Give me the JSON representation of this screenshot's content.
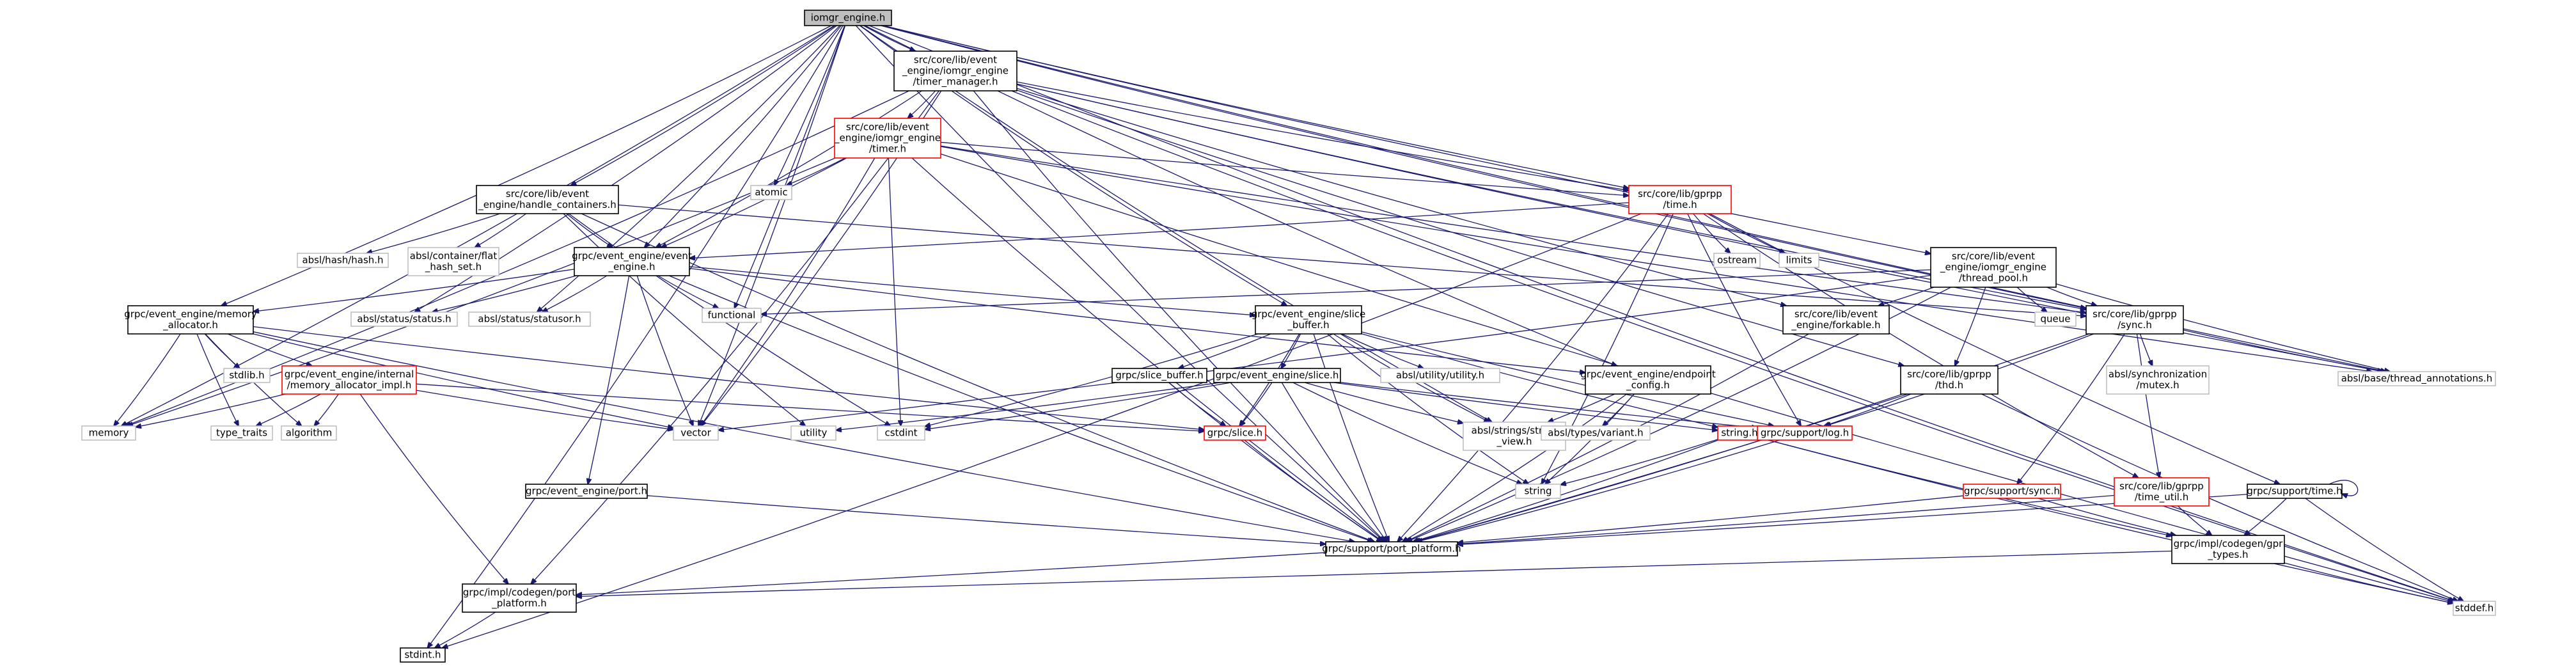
{
  "colors": {
    "edge": "#191970",
    "box_border": "#000000",
    "box_fill": "#ffffff",
    "root_fill": "#bfbfbf",
    "root_border": "#000000",
    "incomplete_border": "#ff0000",
    "external_border": "#bfbfbf",
    "external_text": "#404040"
  },
  "nodes": [
    {
      "id": "root",
      "lines": [
        "iomgr_engine.h"
      ],
      "kind": "root"
    },
    {
      "id": "timer_manager",
      "lines": [
        "src/core/lib/event",
        "_engine/iomgr_engine",
        "/timer_manager.h"
      ],
      "kind": "normal"
    },
    {
      "id": "timer",
      "lines": [
        "src/core/lib/event",
        "_engine/iomgr_engine",
        "/timer.h"
      ],
      "kind": "incomplete"
    },
    {
      "id": "handle_containers",
      "lines": [
        "src/core/lib/event",
        "_engine/handle_containers.h"
      ],
      "kind": "normal"
    },
    {
      "id": "gprpp_time",
      "lines": [
        "src/core/lib/gprpp",
        "/time.h"
      ],
      "kind": "incomplete"
    },
    {
      "id": "event_engine",
      "lines": [
        "grpc/event_engine/event",
        "_engine.h"
      ],
      "kind": "normal"
    },
    {
      "id": "thread_pool",
      "lines": [
        "src/core/lib/event",
        "_engine/iomgr_engine",
        "/thread_pool.h"
      ],
      "kind": "normal"
    },
    {
      "id": "memory_allocator",
      "lines": [
        "grpc/event_engine/memory",
        "_allocator.h"
      ],
      "kind": "normal"
    },
    {
      "id": "slice_buffer_ee",
      "lines": [
        "grpc/event_engine/slice",
        "_buffer.h"
      ],
      "kind": "normal"
    },
    {
      "id": "forkable",
      "lines": [
        "src/core/lib/event",
        "_engine/forkable.h"
      ],
      "kind": "normal"
    },
    {
      "id": "gprpp_sync",
      "lines": [
        "src/core/lib/gprpp",
        "/sync.h"
      ],
      "kind": "normal"
    },
    {
      "id": "mem_alloc_impl",
      "lines": [
        "grpc/event_engine/internal",
        "/memory_allocator_impl.h"
      ],
      "kind": "incomplete"
    },
    {
      "id": "slice_buffer_h",
      "lines": [
        "grpc/slice_buffer.h"
      ],
      "kind": "normal"
    },
    {
      "id": "ee_slice",
      "lines": [
        "grpc/event_engine/slice.h"
      ],
      "kind": "normal"
    },
    {
      "id": "endpoint_config",
      "lines": [
        "grpc/event_engine/endpoint",
        "_config.h"
      ],
      "kind": "normal"
    },
    {
      "id": "gprpp_thd",
      "lines": [
        "src/core/lib/gprpp",
        "/thd.h"
      ],
      "kind": "normal"
    },
    {
      "id": "grpc_slice",
      "lines": [
        "grpc/slice.h"
      ],
      "kind": "incomplete"
    },
    {
      "id": "string_h",
      "lines": [
        "string.h"
      ],
      "kind": "incomplete"
    },
    {
      "id": "support_log",
      "lines": [
        "grpc/support/log.h"
      ],
      "kind": "incomplete"
    },
    {
      "id": "ee_port",
      "lines": [
        "grpc/event_engine/port.h"
      ],
      "kind": "normal"
    },
    {
      "id": "support_sync",
      "lines": [
        "grpc/support/sync.h"
      ],
      "kind": "incomplete"
    },
    {
      "id": "time_util",
      "lines": [
        "src/core/lib/gprpp",
        "/time_util.h"
      ],
      "kind": "incomplete"
    },
    {
      "id": "support_time",
      "lines": [
        "grpc/support/time.h"
      ],
      "kind": "normal"
    },
    {
      "id": "port_platform",
      "lines": [
        "grpc/support/port_platform.h"
      ],
      "kind": "normal"
    },
    {
      "id": "gpr_types",
      "lines": [
        "grpc/impl/codegen/gpr",
        "_types.h"
      ],
      "kind": "normal"
    },
    {
      "id": "codegen_port",
      "lines": [
        "grpc/impl/codegen/port",
        "_platform.h"
      ],
      "kind": "normal"
    },
    {
      "id": "stdint",
      "lines": [
        "stdint.h"
      ],
      "kind": "normal"
    },
    {
      "id": "stddef",
      "lines": [
        "stddef.h"
      ],
      "kind": "external"
    },
    {
      "id": "memory",
      "lines": [
        "memory"
      ],
      "kind": "external"
    },
    {
      "id": "atomic",
      "lines": [
        "atomic"
      ],
      "kind": "external"
    },
    {
      "id": "functional",
      "lines": [
        "functional"
      ],
      "kind": "external"
    },
    {
      "id": "vector",
      "lines": [
        "vector"
      ],
      "kind": "external"
    },
    {
      "id": "utility",
      "lines": [
        "utility"
      ],
      "kind": "external"
    },
    {
      "id": "cstdint",
      "lines": [
        "cstdint"
      ],
      "kind": "external"
    },
    {
      "id": "string",
      "lines": [
        "string"
      ],
      "kind": "external"
    },
    {
      "id": "absl_hash",
      "lines": [
        "absl/hash/hash.h"
      ],
      "kind": "external"
    },
    {
      "id": "absl_flat_hash_set",
      "lines": [
        "absl/container/flat",
        "_hash_set.h"
      ],
      "kind": "external"
    },
    {
      "id": "absl_status",
      "lines": [
        "absl/status/status.h"
      ],
      "kind": "external"
    },
    {
      "id": "absl_statusor",
      "lines": [
        "absl/status/statusor.h"
      ],
      "kind": "external"
    },
    {
      "id": "ostream",
      "lines": [
        "ostream"
      ],
      "kind": "external"
    },
    {
      "id": "limits",
      "lines": [
        "limits"
      ],
      "kind": "external"
    },
    {
      "id": "queue",
      "lines": [
        "queue"
      ],
      "kind": "external"
    },
    {
      "id": "absl_thread_annotations",
      "lines": [
        "absl/base/thread_annotations.h"
      ],
      "kind": "external"
    },
    {
      "id": "absl_mutex",
      "lines": [
        "absl/synchronization",
        "/mutex.h"
      ],
      "kind": "external"
    },
    {
      "id": "stdlib",
      "lines": [
        "stdlib.h"
      ],
      "kind": "external"
    },
    {
      "id": "type_traits",
      "lines": [
        "type_traits"
      ],
      "kind": "external"
    },
    {
      "id": "algorithm",
      "lines": [
        "algorithm"
      ],
      "kind": "external"
    },
    {
      "id": "absl_utility",
      "lines": [
        "absl/utility/utility.h"
      ],
      "kind": "external"
    },
    {
      "id": "absl_string_view",
      "lines": [
        "absl/strings/string",
        "_view.h"
      ],
      "kind": "external"
    },
    {
      "id": "absl_variant",
      "lines": [
        "absl/types/variant.h"
      ],
      "kind": "external"
    }
  ],
  "edges": [
    [
      "root",
      "timer_manager"
    ],
    [
      "root",
      "handle_containers"
    ],
    [
      "root",
      "gprpp_time"
    ],
    [
      "root",
      "event_engine"
    ],
    [
      "root",
      "thread_pool"
    ],
    [
      "root",
      "memory_allocator"
    ],
    [
      "root",
      "slice_buffer_ee"
    ],
    [
      "root",
      "endpoint_config"
    ],
    [
      "root",
      "gprpp_sync"
    ],
    [
      "root",
      "absl_thread_annotations"
    ],
    [
      "root",
      "stddef"
    ],
    [
      "root",
      "memory"
    ],
    [
      "root",
      "atomic"
    ],
    [
      "root",
      "functional"
    ],
    [
      "root",
      "vector"
    ],
    [
      "root",
      "stdint"
    ],
    [
      "root",
      "absl_status"
    ],
    [
      "root",
      "absl_statusor"
    ],
    [
      "root",
      "port_platform"
    ],
    [
      "root",
      "absl_string_view"
    ],
    [
      "timer_manager",
      "timer"
    ],
    [
      "timer_manager",
      "gprpp_time"
    ],
    [
      "timer_manager",
      "event_engine"
    ],
    [
      "timer_manager",
      "forkable"
    ],
    [
      "timer_manager",
      "gprpp_sync"
    ],
    [
      "timer_manager",
      "gprpp_thd"
    ],
    [
      "timer_manager",
      "port_platform"
    ],
    [
      "timer_manager",
      "memory"
    ],
    [
      "timer_manager",
      "vector"
    ],
    [
      "timer_manager",
      "absl_thread_annotations"
    ],
    [
      "timer_manager",
      "stddef"
    ],
    [
      "timer_manager",
      "codegen_port"
    ],
    [
      "timer",
      "gprpp_time"
    ],
    [
      "timer",
      "event_engine"
    ],
    [
      "timer",
      "atomic"
    ],
    [
      "timer",
      "cstdint"
    ],
    [
      "timer",
      "vector"
    ],
    [
      "timer",
      "memory"
    ],
    [
      "timer",
      "port_platform"
    ],
    [
      "timer",
      "gprpp_sync"
    ],
    [
      "timer",
      "absl_thread_annotations"
    ],
    [
      "timer",
      "stddef"
    ],
    [
      "handle_containers",
      "event_engine"
    ],
    [
      "handle_containers",
      "absl_hash"
    ],
    [
      "handle_containers",
      "absl_flat_hash_set"
    ],
    [
      "handle_containers",
      "cstdint"
    ],
    [
      "handle_containers",
      "utility"
    ],
    [
      "handle_containers",
      "port_platform"
    ],
    [
      "handle_containers",
      "gprpp_sync"
    ],
    [
      "gprpp_time",
      "port_platform"
    ],
    [
      "gprpp_time",
      "ostream"
    ],
    [
      "gprpp_time",
      "limits"
    ],
    [
      "gprpp_time",
      "string"
    ],
    [
      "gprpp_time",
      "support_time"
    ],
    [
      "gprpp_time",
      "stdint"
    ],
    [
      "gprpp_time",
      "time_util"
    ],
    [
      "gprpp_time",
      "support_log"
    ],
    [
      "gprpp_time",
      "event_engine"
    ],
    [
      "event_engine",
      "memory_allocator"
    ],
    [
      "event_engine",
      "slice_buffer_ee"
    ],
    [
      "event_engine",
      "endpoint_config"
    ],
    [
      "event_engine",
      "ee_port"
    ],
    [
      "event_engine",
      "absl_status"
    ],
    [
      "event_engine",
      "absl_statusor"
    ],
    [
      "event_engine",
      "functional"
    ],
    [
      "event_engine",
      "vector"
    ],
    [
      "event_engine",
      "port_platform"
    ],
    [
      "thread_pool",
      "forkable"
    ],
    [
      "thread_pool",
      "gprpp_sync"
    ],
    [
      "thread_pool",
      "gprpp_thd"
    ],
    [
      "thread_pool",
      "queue"
    ],
    [
      "thread_pool",
      "functional"
    ],
    [
      "thread_pool",
      "absl_thread_annotations"
    ],
    [
      "thread_pool",
      "port_platform"
    ],
    [
      "thread_pool",
      "vector"
    ],
    [
      "memory_allocator",
      "mem_alloc_impl"
    ],
    [
      "memory_allocator",
      "grpc_slice"
    ],
    [
      "memory_allocator",
      "stdlib"
    ],
    [
      "memory_allocator",
      "type_traits"
    ],
    [
      "memory_allocator",
      "algorithm"
    ],
    [
      "memory_allocator",
      "memory"
    ],
    [
      "memory_allocator",
      "vector"
    ],
    [
      "memory_allocator",
      "port_platform"
    ],
    [
      "mem_alloc_impl",
      "memory"
    ],
    [
      "mem_alloc_impl",
      "type_traits"
    ],
    [
      "mem_alloc_impl",
      "algorithm"
    ],
    [
      "mem_alloc_impl",
      "vector"
    ],
    [
      "mem_alloc_impl",
      "grpc_slice"
    ],
    [
      "mem_alloc_impl",
      "codegen_port"
    ],
    [
      "slice_buffer_ee",
      "slice_buffer_h"
    ],
    [
      "slice_buffer_ee",
      "ee_slice"
    ],
    [
      "slice_buffer_ee",
      "absl_utility"
    ],
    [
      "slice_buffer_ee",
      "absl_string_view"
    ],
    [
      "slice_buffer_ee",
      "string_h"
    ],
    [
      "slice_buffer_ee",
      "cstdint"
    ],
    [
      "slice_buffer_ee",
      "string"
    ],
    [
      "slice_buffer_ee",
      "support_log"
    ],
    [
      "slice_buffer_ee",
      "port_platform"
    ],
    [
      "slice_buffer_ee",
      "grpc_slice"
    ],
    [
      "slice_buffer_h",
      "grpc_slice"
    ],
    [
      "slice_buffer_h",
      "port_platform"
    ],
    [
      "ee_slice",
      "grpc_slice"
    ],
    [
      "ee_slice",
      "absl_string_view"
    ],
    [
      "ee_slice",
      "string_h"
    ],
    [
      "ee_slice",
      "cstdint"
    ],
    [
      "ee_slice",
      "utility"
    ],
    [
      "ee_slice",
      "string"
    ],
    [
      "ee_slice",
      "support_log"
    ],
    [
      "ee_slice",
      "port_platform"
    ],
    [
      "endpoint_config",
      "absl_string_view"
    ],
    [
      "endpoint_config",
      "absl_variant"
    ],
    [
      "endpoint_config",
      "string"
    ],
    [
      "endpoint_config",
      "port_platform"
    ],
    [
      "forkable",
      "port_platform"
    ],
    [
      "gprpp_sync",
      "absl_thread_annotations"
    ],
    [
      "gprpp_sync",
      "absl_mutex"
    ],
    [
      "gprpp_sync",
      "support_sync"
    ],
    [
      "gprpp_sync",
      "support_log"
    ],
    [
      "gprpp_sync",
      "time_util"
    ],
    [
      "gprpp_sync",
      "port_platform"
    ],
    [
      "gprpp_thd",
      "support_log"
    ],
    [
      "gprpp_thd",
      "port_platform"
    ],
    [
      "gprpp_thd",
      "stddef"
    ],
    [
      "grpc_slice",
      "port_platform"
    ],
    [
      "string_h",
      "port_platform"
    ],
    [
      "string_h",
      "string"
    ],
    [
      "string_h",
      "gpr_types"
    ],
    [
      "string_h",
      "stddef"
    ],
    [
      "support_log",
      "port_platform"
    ],
    [
      "support_sync",
      "gpr_types"
    ],
    [
      "support_sync",
      "port_platform"
    ],
    [
      "time_util",
      "gpr_types"
    ],
    [
      "time_util",
      "port_platform"
    ],
    [
      "support_time",
      "gpr_types"
    ],
    [
      "support_time",
      "port_platform"
    ],
    [
      "support_time",
      "stddef"
    ],
    [
      "support_time",
      "support_time"
    ],
    [
      "ee_port",
      "port_platform"
    ],
    [
      "port_platform",
      "codegen_port"
    ],
    [
      "gpr_types",
      "stddef"
    ],
    [
      "gpr_types",
      "codegen_port"
    ],
    [
      "codegen_port",
      "stdint"
    ]
  ]
}
